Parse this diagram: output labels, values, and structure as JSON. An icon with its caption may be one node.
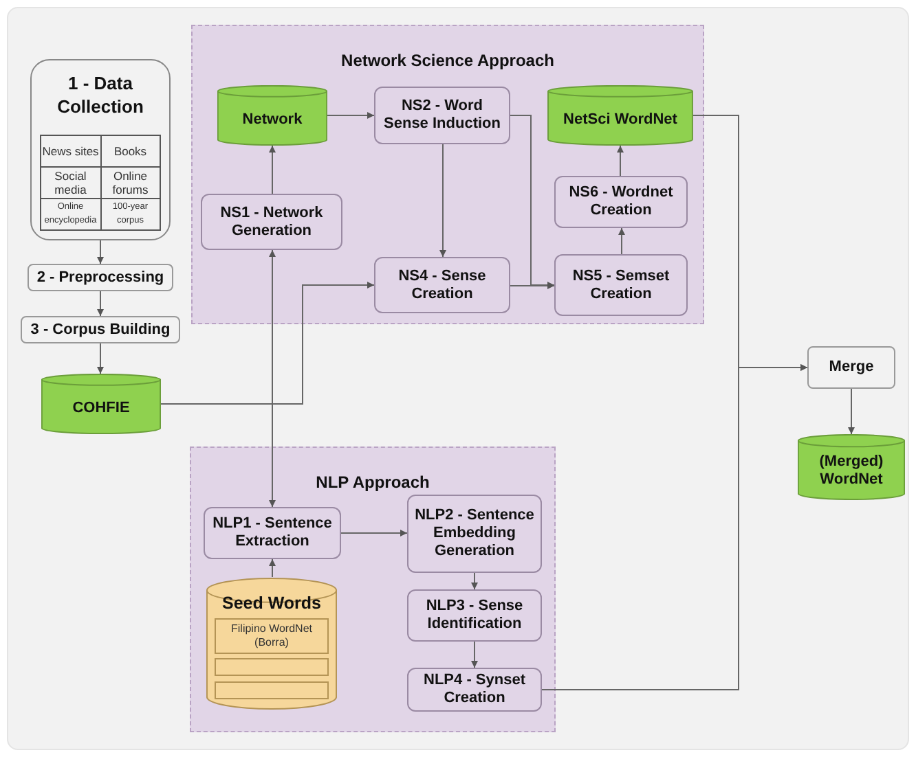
{
  "diagram": {
    "nodes": [
      {
        "text": [
          "1 - Data Collection"
        ]
      },
      {
        "text": [
          "2 - Preprocessing"
        ]
      },
      {
        "text": [
          "3 - Corpus Building"
        ]
      },
      {
        "text": [
          "COHFIE"
        ]
      },
      {
        "text": [
          "Network Science Approach"
        ]
      },
      {
        "text": [
          "Network"
        ],
        "in": 4
      },
      {
        "text": [
          "NS2 - Word Sense Induction"
        ],
        "in": 4
      },
      {
        "text": [
          "NetSci WordNet"
        ],
        "in": 4
      },
      {
        "text": [
          "NS1 - Network Generation"
        ],
        "in": 4
      },
      {
        "text": [
          "NS6 - Wordnet Creation"
        ],
        "in": 4
      },
      {
        "text": [
          "NS4 - Sense Creation"
        ],
        "in": 4
      },
      {
        "text": [
          "NS5 - Semset Creation"
        ],
        "in": 4
      },
      {
        "text": [
          "Merge"
        ]
      },
      {
        "text": [
          "(Merged) WordNet"
        ]
      },
      {
        "text": [
          "NLP Approach"
        ]
      },
      {
        "text": [
          "NLP1 - Sentence Extraction"
        ],
        "in": 14
      },
      {
        "text": [
          "NLP2 - Sentence Embedding Generation"
        ],
        "in": 14
      },
      {
        "text": [
          "Seed Words"
        ],
        "in": 14
      },
      {
        "text": [
          "Filipino WordNet (Borra)"
        ],
        "in": 17
      },
      {
        "text": [],
        "shape": "box",
        "in": 17
      },
      {
        "text": [],
        "shape": "box",
        "in": 17
      },
      {
        "text": [
          "NLP3 - Sense Identification"
        ],
        "in": 14
      },
      {
        "text": [
          "NLP4 - Synset Creation"
        ],
        "in": 14
      }
    ],
    "edges": [
      {
        "from": 0,
        "to": 1,
        "arrow": "to"
      },
      {
        "from": 1,
        "to": 2,
        "arrow": "to"
      },
      {
        "from": 2,
        "to": 3,
        "arrow": "to"
      },
      {
        "from": 3,
        "to": 10,
        "arrow": "to"
      },
      {
        "from": 8,
        "to": 5,
        "arrow": "to"
      },
      {
        "from": 5,
        "to": 6,
        "arrow": "to"
      },
      {
        "from": 6,
        "to": 10,
        "arrow": "to"
      },
      {
        "from": 6,
        "to": 11,
        "arrow": "to"
      },
      {
        "from": 10,
        "to": 11,
        "arrow": "to"
      },
      {
        "from": 11,
        "to": 9,
        "arrow": "to"
      },
      {
        "from": 9,
        "to": 7,
        "arrow": "to"
      },
      {
        "from": 7,
        "to": 12,
        "arrow": "to"
      },
      {
        "from": 22,
        "to": 12,
        "arrow": "to"
      },
      {
        "from": 12,
        "to": 13,
        "arrow": "to"
      },
      {
        "from": 8,
        "to": 15,
        "arrow": "both"
      },
      {
        "from": 17,
        "to": 15,
        "arrow": "to"
      },
      {
        "from": 15,
        "to": 16,
        "arrow": "to"
      },
      {
        "from": 16,
        "to": 21,
        "arrow": "to"
      },
      {
        "from": 21,
        "to": 22,
        "arrow": "to"
      }
    ],
    "labels": [
      "News sites",
      "Books",
      "Social media",
      "Online forums",
      "Online encyclopedia",
      "100-year corpus"
    ]
  }
}
